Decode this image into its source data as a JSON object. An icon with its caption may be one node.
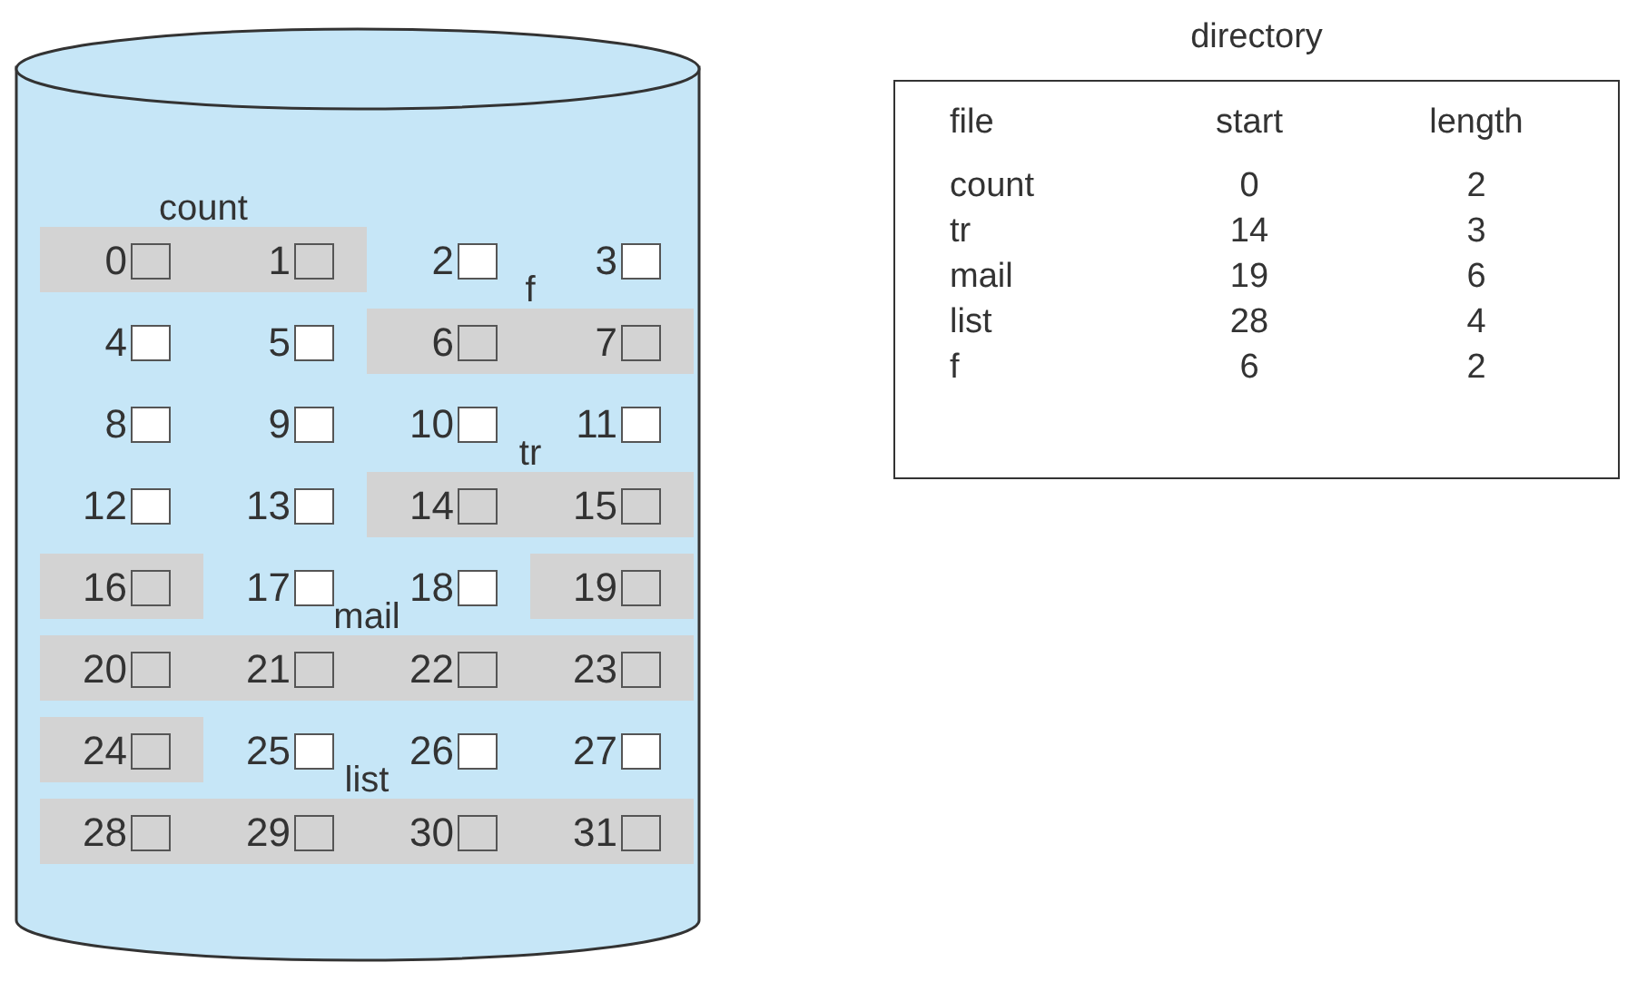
{
  "diagram": {
    "nodes": [
      {
        "text": [],
        "shape": "cylinder"
      },
      {
        "text": [],
        "shape": "box",
        "in": 0,
        "beside": [
          "0"
        ]
      },
      {
        "text": [],
        "shape": "box",
        "in": 0,
        "beside": [
          "1"
        ]
      },
      {
        "text": [],
        "shape": "box",
        "in": 0,
        "beside": [
          "2"
        ]
      },
      {
        "text": [],
        "shape": "box",
        "in": 0,
        "beside": [
          "3"
        ]
      },
      {
        "text": [],
        "shape": "box",
        "in": 0,
        "beside": [
          "4"
        ]
      },
      {
        "text": [],
        "shape": "box",
        "in": 0,
        "beside": [
          "5"
        ]
      },
      {
        "text": [],
        "shape": "box",
        "in": 0,
        "beside": [
          "6"
        ]
      },
      {
        "text": [],
        "shape": "box",
        "in": 0,
        "beside": [
          "7"
        ]
      },
      {
        "text": [],
        "shape": "box",
        "in": 0,
        "beside": [
          "8"
        ]
      },
      {
        "text": [],
        "shape": "box",
        "in": 0,
        "beside": [
          "9"
        ]
      },
      {
        "text": [],
        "shape": "box",
        "in": 0,
        "beside": [
          "10"
        ]
      },
      {
        "text": [],
        "shape": "box",
        "in": 0,
        "beside": [
          "11"
        ]
      },
      {
        "text": [],
        "shape": "box",
        "in": 0,
        "beside": [
          "12"
        ]
      },
      {
        "text": [],
        "shape": "box",
        "in": 0,
        "beside": [
          "13"
        ]
      },
      {
        "text": [],
        "shape": "box",
        "in": 0,
        "beside": [
          "14"
        ]
      },
      {
        "text": [],
        "shape": "box",
        "in": 0,
        "beside": [
          "15"
        ]
      },
      {
        "text": [],
        "shape": "box",
        "in": 0,
        "beside": [
          "16"
        ]
      },
      {
        "text": [],
        "shape": "box",
        "in": 0,
        "beside": [
          "17"
        ]
      },
      {
        "text": [],
        "shape": "box",
        "in": 0,
        "beside": [
          "18"
        ]
      },
      {
        "text": [],
        "shape": "box",
        "in": 0,
        "beside": [
          "19"
        ]
      },
      {
        "text": [],
        "shape": "box",
        "in": 0,
        "beside": [
          "20"
        ]
      },
      {
        "text": [],
        "shape": "box",
        "in": 0,
        "beside": [
          "21"
        ]
      },
      {
        "text": [],
        "shape": "box",
        "in": 0,
        "beside": [
          "22"
        ]
      },
      {
        "text": [],
        "shape": "box",
        "in": 0,
        "beside": [
          "23"
        ]
      },
      {
        "text": [],
        "shape": "box",
        "in": 0,
        "beside": [
          "24"
        ]
      },
      {
        "text": [],
        "shape": "box",
        "in": 0,
        "beside": [
          "25"
        ]
      },
      {
        "text": [],
        "shape": "box",
        "in": 0,
        "beside": [
          "26"
        ]
      },
      {
        "text": [],
        "shape": "box",
        "in": 0,
        "beside": [
          "27"
        ]
      },
      {
        "text": [],
        "shape": "box",
        "in": 0,
        "beside": [
          "28"
        ]
      },
      {
        "text": [],
        "shape": "box",
        "in": 0,
        "beside": [
          "29"
        ]
      },
      {
        "text": [],
        "shape": "box",
        "in": 0,
        "beside": [
          "30"
        ]
      },
      {
        "text": [],
        "shape": "box",
        "in": 0,
        "beside": [
          "31"
        ]
      }
    ],
    "labels": [
      "directory",
      "file",
      "start",
      "length",
      "count",
      "0",
      "2",
      "tr",
      "14",
      "3",
      "mail",
      "19",
      "6",
      "list",
      "28",
      "4",
      "f",
      "6",
      "2",
      "count",
      "f",
      "tr",
      "mail",
      "list"
    ]
  }
}
